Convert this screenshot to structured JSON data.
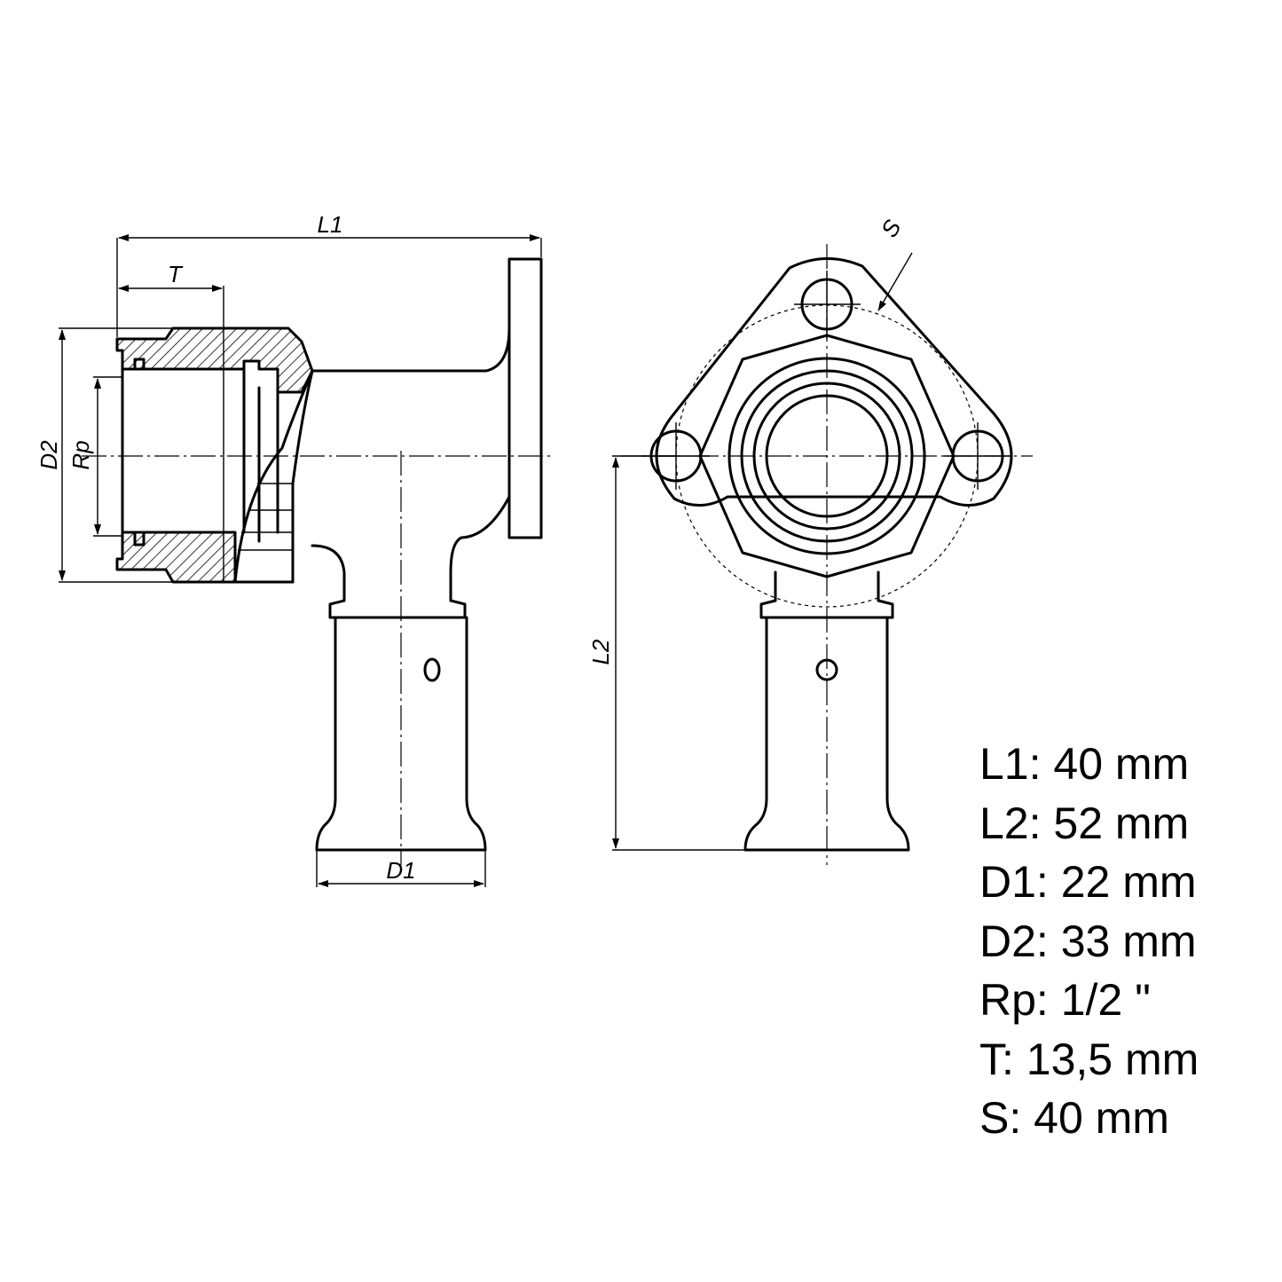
{
  "dimension_labels": {
    "l1": "L1",
    "t": "T",
    "d2": "D2",
    "rp": "Rp",
    "d1": "D1",
    "l2": "L2",
    "s": "S"
  },
  "specs": [
    {
      "text": "L1: 40 mm"
    },
    {
      "text": "L2: 52 mm"
    },
    {
      "text": "D1: 22 mm"
    },
    {
      "text": "D2: 33 mm"
    },
    {
      "text": "Rp: 1/2 \""
    },
    {
      "text": "T: 13,5 mm"
    },
    {
      "text": "S: 40 mm"
    }
  ]
}
